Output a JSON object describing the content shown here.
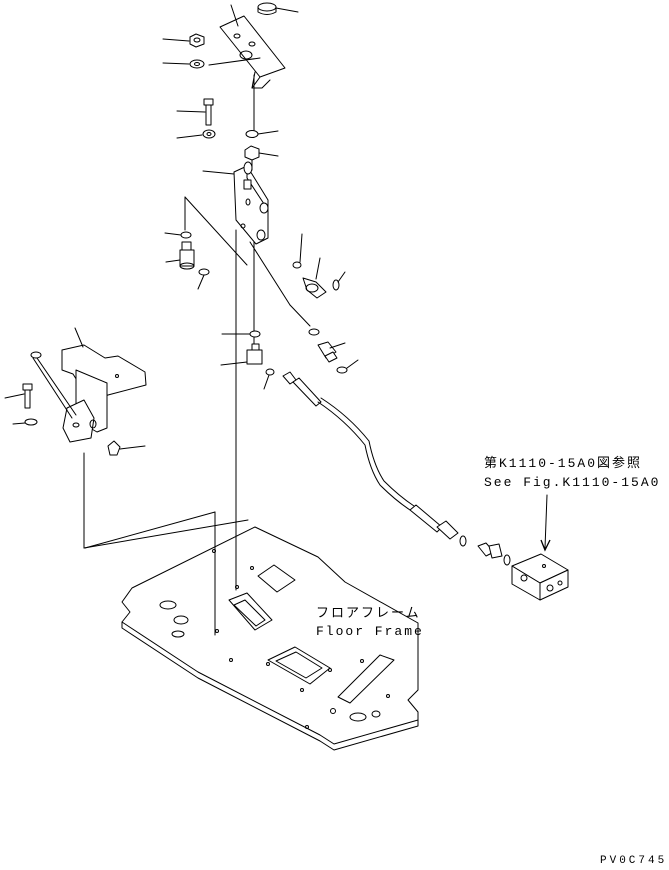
{
  "reference": {
    "line_jp": "第K1110-15A0図参照",
    "line_en": "See Fig.K1110-15A0"
  },
  "floor_frame": {
    "label_jp": "フロアフレーム",
    "label_en": "Floor Frame"
  },
  "drawing_code": "PV0C745"
}
